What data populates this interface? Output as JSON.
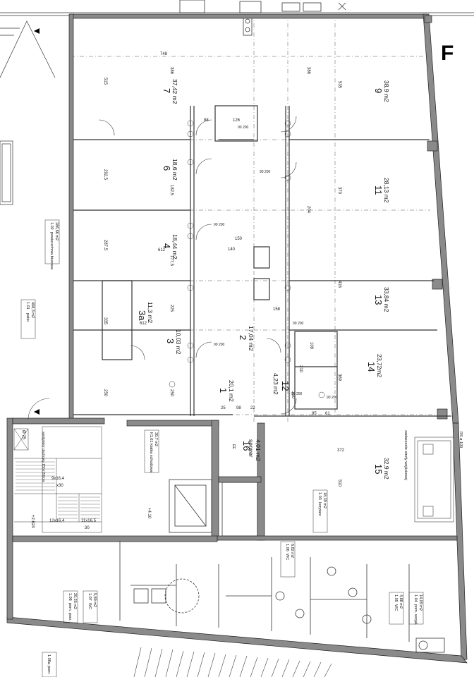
{
  "plan": {
    "sheet_letter": "F",
    "rooms": [
      {
        "id": "r9",
        "number": "9",
        "area": "38,9 m2"
      },
      {
        "id": "r7",
        "number": "7",
        "area": "37,42 m2"
      },
      {
        "id": "r11",
        "number": "11",
        "area": "28,13 m2"
      },
      {
        "id": "r6",
        "number": "6",
        "area": "18,6 m2"
      },
      {
        "id": "r4",
        "number": "4",
        "area": "18,44 m2"
      },
      {
        "id": "r13",
        "number": "13",
        "area": "33,84 m2"
      },
      {
        "id": "r3a",
        "number": "3a",
        "area": "11,3 m2"
      },
      {
        "id": "r3",
        "number": "3",
        "area": "10,03 m2"
      },
      {
        "id": "r2",
        "number": "2",
        "area": "17,04 m2"
      },
      {
        "id": "r14",
        "number": "14",
        "area": "23,72m2"
      },
      {
        "id": "r1",
        "number": "1",
        "area": "20,1 m2"
      },
      {
        "id": "r12",
        "number": "12",
        "area": "4,23 m2"
      },
      {
        "id": "r16",
        "number": "16",
        "area": "4,01 m2",
        "name": "serwer"
      },
      {
        "id": "r15",
        "number": "15",
        "area": "32,9 m2"
      }
    ],
    "room_tags": [
      {
        "id": "t102",
        "code": "1.02",
        "name": "powierzchnia biurowa",
        "area": "286,66 m2"
      },
      {
        "id": "t101",
        "code": "1.01",
        "name": "patio",
        "area": "408,3 m2"
      },
      {
        "id": "tk101",
        "code": "K1.01",
        "name": "klatka schodowa",
        "area": "36,7 m2"
      },
      {
        "id": "t103",
        "code": "1.03",
        "name": "korytarz",
        "area": "18,39 m2"
      },
      {
        "id": "t106",
        "code": "1.06",
        "name": "WC",
        "area": "6,82 m2"
      },
      {
        "id": "t108",
        "code": "1.08",
        "name": "pom. porz.",
        "area": "20,35 m2"
      },
      {
        "id": "t107",
        "code": "1.07",
        "name": "WC",
        "area": "5,89 m2"
      },
      {
        "id": "t105",
        "code": "1.05",
        "name": "WC",
        "area": "4,88 m2"
      },
      {
        "id": "t104",
        "code": "1.04",
        "name": "pom. socjal.",
        "area": "14,09 m2"
      },
      {
        "id": "t108a",
        "code": "1.08a",
        "name": "pom.",
        "area": ""
      }
    ],
    "dimensions": [
      {
        "id": "d748",
        "text": "748"
      },
      {
        "id": "d386a",
        "text": "386"
      },
      {
        "id": "d386b",
        "text": "386"
      },
      {
        "id": "d515",
        "text": "515"
      },
      {
        "id": "d535",
        "text": "535"
      },
      {
        "id": "d126",
        "text": "126"
      },
      {
        "id": "d88",
        "text": "88"
      },
      {
        "id": "d2925",
        "text": "292,5"
      },
      {
        "id": "d1825",
        "text": "182,5"
      },
      {
        "id": "d204",
        "text": "204"
      },
      {
        "id": "d370",
        "text": "370"
      },
      {
        "id": "d150",
        "text": "150"
      },
      {
        "id": "d140",
        "text": "140"
      },
      {
        "id": "d2875",
        "text": "287,5"
      },
      {
        "id": "d612a",
        "text": "612"
      },
      {
        "id": "d1775",
        "text": "177,5"
      },
      {
        "id": "d416",
        "text": "416"
      },
      {
        "id": "d158",
        "text": "158"
      },
      {
        "id": "d225",
        "text": "225"
      },
      {
        "id": "d335",
        "text": "335"
      },
      {
        "id": "d612b",
        "text": "612"
      },
      {
        "id": "d109",
        "text": "109"
      },
      {
        "id": "d210",
        "text": "210"
      },
      {
        "id": "d369",
        "text": "369"
      },
      {
        "id": "d250a",
        "text": "250"
      },
      {
        "id": "d250b",
        "text": "250"
      },
      {
        "id": "d250c",
        "text": "250"
      },
      {
        "id": "d98",
        "text": "98"
      },
      {
        "id": "d22",
        "text": "22"
      },
      {
        "id": "d372",
        "text": "372"
      },
      {
        "id": "d510",
        "text": "510"
      },
      {
        "id": "d25",
        "text": "25"
      },
      {
        "id": "d95",
        "text": "95"
      },
      {
        "id": "d61",
        "text": "61"
      }
    ],
    "door_tags": [
      {
        "id": "dt1",
        "text": "90\n200"
      },
      {
        "id": "dt2",
        "text": "90\n200"
      },
      {
        "id": "dt3",
        "text": "90\n200"
      },
      {
        "id": "dt4",
        "text": "90\n200"
      },
      {
        "id": "dt5",
        "text": "90\n200"
      },
      {
        "id": "dt6",
        "text": "90\n200"
      },
      {
        "id": "dt7",
        "text": "90\n200"
      }
    ],
    "misc_labels": [
      {
        "id": "m1",
        "text": "zadaszenie strefy wejściowej"
      },
      {
        "id": "m2",
        "text": "RS ø 100"
      },
      {
        "id": "m3",
        "text": "+2.624"
      },
      {
        "id": "m4",
        "text": "+4.10"
      },
      {
        "id": "m5",
        "text": "9x16,4"
      },
      {
        "id": "m6",
        "text": "x30"
      },
      {
        "id": "m7",
        "text": "12x16,4"
      },
      {
        "id": "m8",
        "text": "11x16,5"
      },
      {
        "id": "m9",
        "text": "30"
      },
      {
        "id": "m10",
        "text": "wentylator dachowy 150x150cm"
      },
      {
        "id": "m11",
        "text": "Ø 25"
      },
      {
        "id": "m12",
        "text": "EE"
      }
    ]
  }
}
